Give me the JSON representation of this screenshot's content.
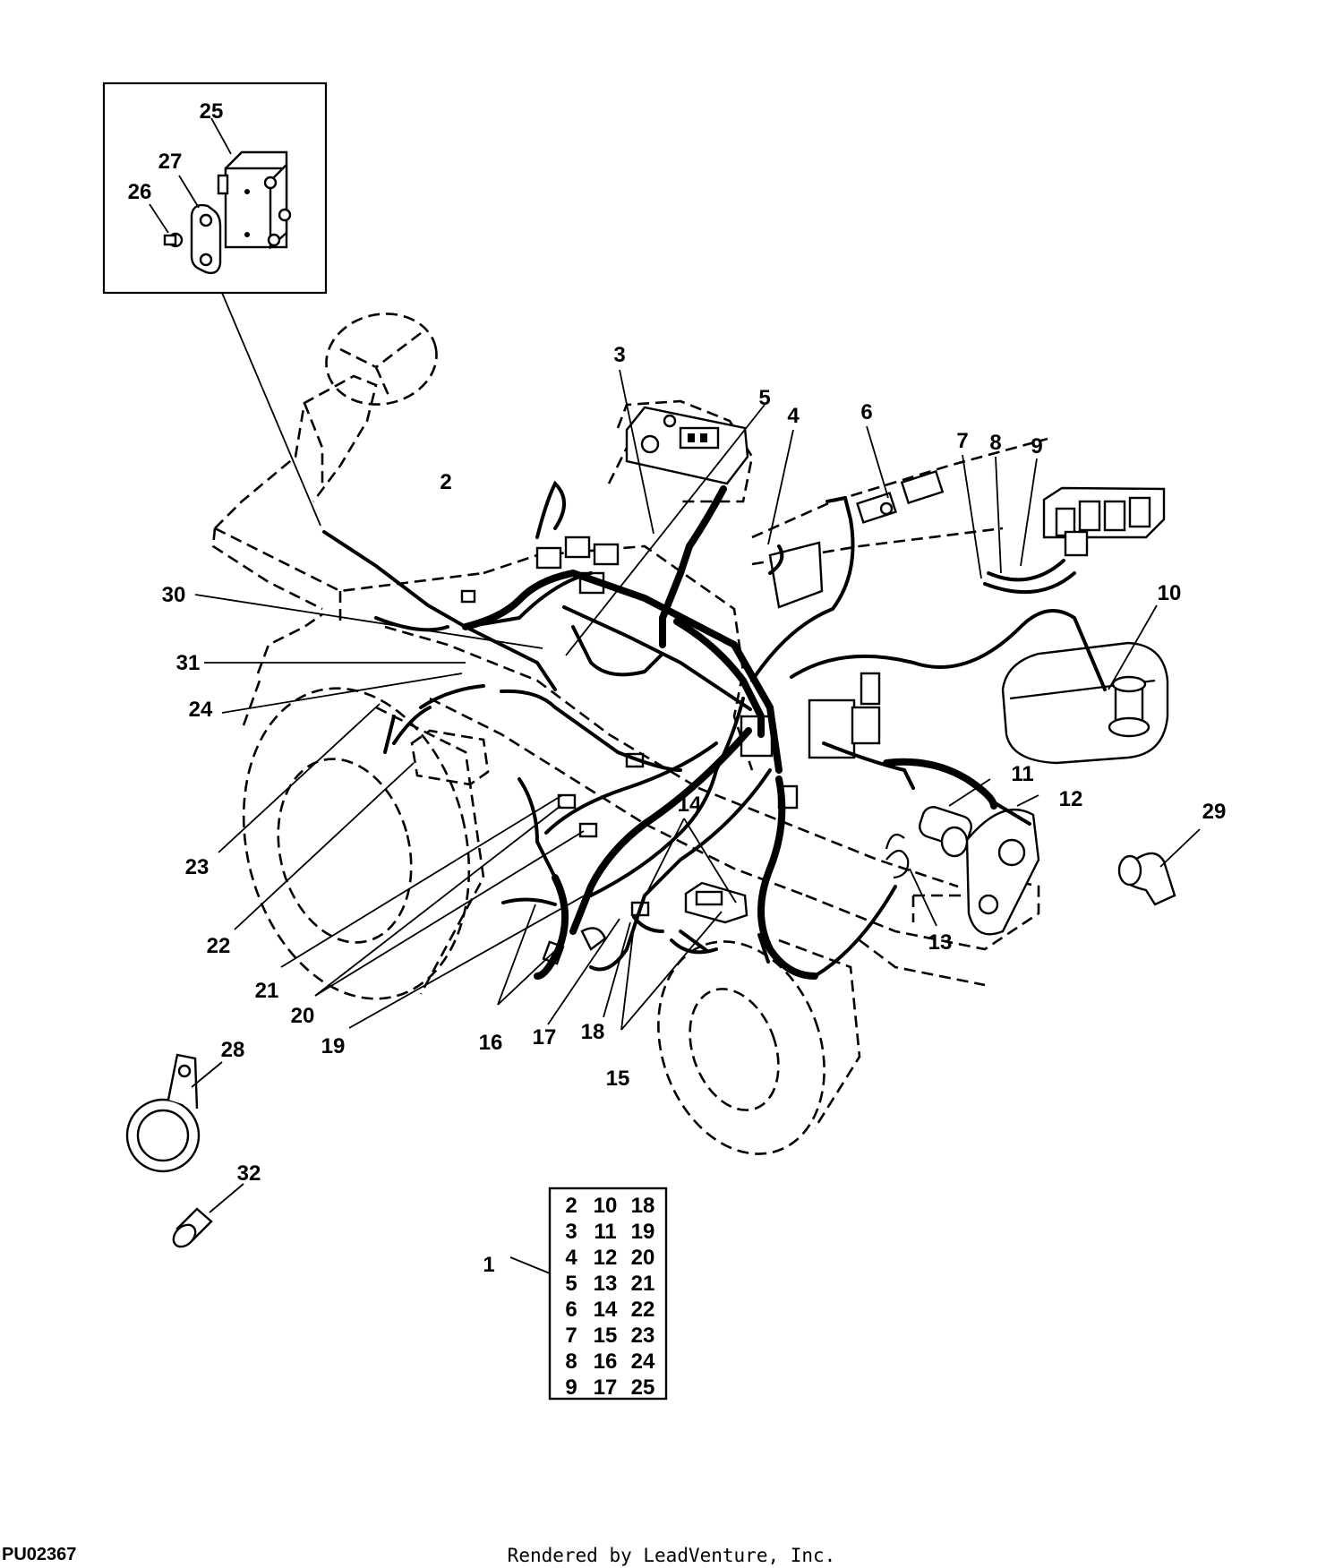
{
  "figure_id": "PU02367",
  "render_credit": "Rendered by LeadVenture, Inc.",
  "callouts": [
    "1",
    "2",
    "3",
    "4",
    "5",
    "6",
    "7",
    "8",
    "9",
    "10",
    "11",
    "12",
    "13",
    "14",
    "15",
    "16",
    "17",
    "18",
    "19",
    "20",
    "21",
    "22",
    "23",
    "24",
    "25",
    "26",
    "27",
    "28",
    "29",
    "30",
    "31",
    "32"
  ],
  "legend": {
    "callout": "1",
    "rows": [
      [
        "2",
        "10",
        "18"
      ],
      [
        "3",
        "11",
        "19"
      ],
      [
        "4",
        "12",
        "20"
      ],
      [
        "5",
        "13",
        "21"
      ],
      [
        "6",
        "14",
        "22"
      ],
      [
        "7",
        "15",
        "23"
      ],
      [
        "8",
        "16",
        "24"
      ],
      [
        "9",
        "17",
        "25"
      ]
    ]
  }
}
